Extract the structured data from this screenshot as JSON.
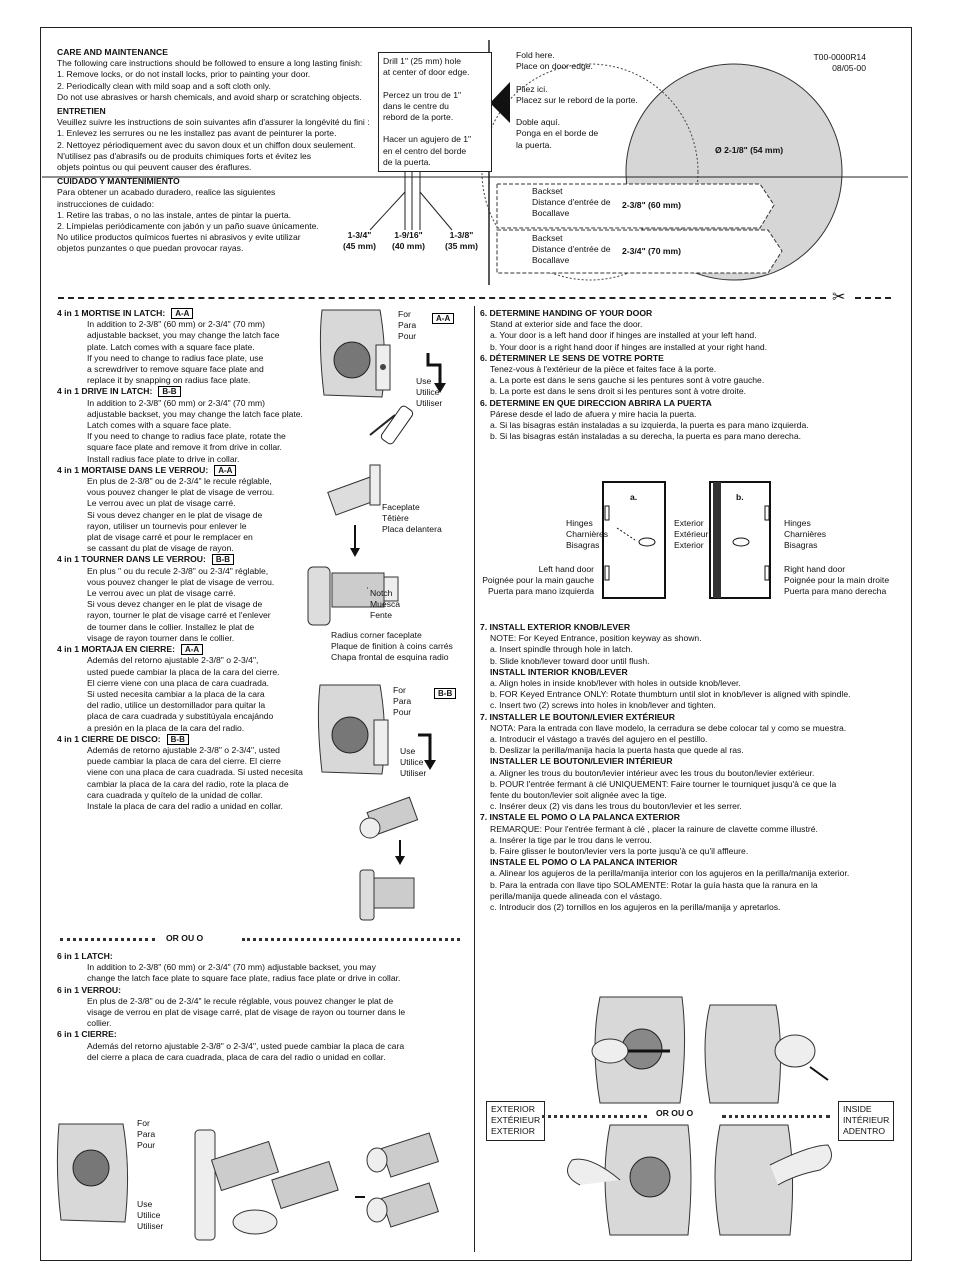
{
  "header": {
    "doc_number": "T00-0000R14",
    "doc_date": "08/05-00"
  },
  "care": {
    "en_title": "CARE AND MAINTENANCE",
    "en_lines": [
      "The following care instructions should be followed to ensure a long lasting finish:",
      "1. Remove locks, or do not install locks, prior to painting your door.",
      "2. Periodically clean with mild soap and a soft cloth only.",
      "Do not use abrasives or harsh chemicals, and avoid sharp or scratching objects."
    ],
    "fr_title": "ENTRETIEN",
    "fr_lines": [
      "Veuillez suivre les instructions de soin suivantes afin d'assurer la longévité du fini :",
      "1. Enlevez les serrures ou ne les installez pas avant de peinturer la porte.",
      "2. Nettoyez périodiquement avec du savon doux et un chiffon doux seulement.",
      "N'utilisez pas d'abrasifs ou de produits chimiques forts et évitez les",
      "objets pointus ou qui peuvent causer des éraflures."
    ],
    "es_title": "CUIDADO Y MANTENIMIENTO",
    "es_lines": [
      "Para obtener un acabado duradero, realice las siguientes",
      "instrucciones de cuidado:",
      "1. Retire las trabas, o no las instale, antes de pintar la puerta.",
      "2. Límpielas periódicamente con jabón y un paño suave únicamente.",
      "No utilice productos químicos fuertes ni abrasivos y evite utilizar",
      "objetos punzantes o que puedan provocar rayas."
    ]
  },
  "template": {
    "drill_box": [
      "Drill 1\" (25 mm) hole",
      "at center of door edge.",
      "",
      "Percez un trou de 1\"",
      "dans le centre du",
      "rebord de la porte.",
      "",
      "Hacer un agujero de 1\"",
      "en el centro del borde",
      "de la puerta."
    ],
    "fold_text": [
      "Fold here.",
      "Place on door edge.",
      "",
      "Pliez ici.",
      "Placez sur le rebord de la porte.",
      "",
      "Doble aquí.",
      "Ponga en el borde de",
      "la puerta."
    ],
    "diameter": "Ø 2-1/8\" (54 mm)",
    "thickness": [
      {
        "inch": "1-3/4\"",
        "mm": "(45 mm)"
      },
      {
        "inch": "1-9/16\"",
        "mm": "(40 mm)"
      },
      {
        "inch": "1-3/8\"",
        "mm": "(35 mm)"
      }
    ],
    "backset_60": {
      "lines": [
        "Backset",
        "Distance d'entrée de",
        "Bocallave"
      ],
      "value": "2-3/8\" (60 mm)"
    },
    "backset_70": {
      "lines": [
        "Backset",
        "Distance d'entrée de",
        "Bocallave"
      ],
      "value": "2-3/4\" (70 mm)"
    }
  },
  "left": {
    "sec1_title": "4 in 1 MORTISE IN LATCH:",
    "sec1_tag": "A-A",
    "sec1_lines": [
      "In addition to 2-3/8\" (60 mm) or 2-3/4\" (70 mm)",
      "adjustable backset, you may change the latch face",
      "plate. Latch comes with a square face plate.",
      "If you need to change to radius face plate, use",
      "a screwdriver to remove square face plate and",
      "replace it by snapping on radius face plate."
    ],
    "sec2_title": "4 in 1 DRIVE IN LATCH:",
    "sec2_tag": "B-B",
    "sec2_lines": [
      "In addition to 2-3/8\" (60 mm) or 2-3/4\" (70 mm)",
      "adjustable backset, you may change the latch face plate.",
      "Latch comes with a square face plate.",
      "If you need to change to radius face plate, rotate the",
      "square face plate and remove it from drive in collar.",
      "Install radius face plate to drive in collar."
    ],
    "sec3_title": "4 in 1 MORTAISE DANS LE VERROU:",
    "sec3_tag": "A-A",
    "sec3_lines": [
      "En plus de 2-3/8\" ou de 2-3/4\" le recule réglable,",
      "vous pouvez changer le plat de visage de verrou.",
      "Le verrou  avec un plat de visage carré.",
      "Si vous devez changer en le plat de visage de",
      "rayon, utiliser un tournevis pour enlever le",
      "plat de visage carré et pour le remplacer en",
      "se cassant du plat de visage de rayon."
    ],
    "sec4_title": "4 in 1 TOURNER DANS LE VERROU:",
    "sec4_tag": "B-B",
    "sec4_lines": [
      "En plus \" ou du recule 2-3/8\" ou 2-3/4\" réglable,",
      "vous pouvez changer le plat de visage de verrou.",
      "Le verrou avec un plat de visage carré.",
      "Si vous devez changer en le plat de visage de",
      "rayon, tourner le plat de visage carré et l'enlever",
      "de tourner dans le collier. Installez le plat de",
      "visage de rayon tourner dans le collier."
    ],
    "sec5_title": "4 in 1 MORTAJA EN CIERRE:",
    "sec5_tag": "A-A",
    "sec5_lines": [
      "Además del retorno ajustable 2-3/8\" o 2-3/4\",",
      "usted puede cambiar la placa de la cara del cierre.",
      "El cierre viene con una placa de cara cuadrada.",
      "Si usted necesita cambiar a la placa de la cara",
      "del radio, utilice un destornillador para quitar la",
      "placa de cara cuadrada y substitúyala encajándo",
      "a presión en la placa de la cara del radio."
    ],
    "sec6_title": "4 in 1 CIERRE DE DISCO:",
    "sec6_tag": "B-B",
    "sec6_lines": [
      "Además de retorno ajustable 2-3/8\" o 2-3/4\", usted",
      "puede cambiar la placa de cara del cierre. El cierre",
      "viene con una placa de cara cuadrada. Si usted necesita",
      "cambiar la placa de la cara del radio, rote la placa de",
      "cara cuadrada y quítelo de la unidad de collar.",
      "Instale la placa de cara del radio a unidad en collar."
    ],
    "or_label": "OR    OU    O",
    "sec7_title": "6 in 1 LATCH:",
    "sec7_lines": [
      "In addition to 2-3/8\" (60 mm) or 2-3/4\" (70 mm) adjustable backset, you may",
      "change the latch face plate to square face plate, radius face plate or drive in collar."
    ],
    "sec8_title": "6 in 1 VERROU:",
    "sec8_lines": [
      "En plus de 2-3/8\" ou de 2-3/4\" le recule réglable, vous pouvez changer le plat de",
      "visage de verrou en plat de visage carré, plat de visage de rayon ou tourner dans le",
      "collier."
    ],
    "sec9_title": "6 in 1 CIERRE:",
    "sec9_lines": [
      "Además del retorno ajustable 2-3/8\" o 2-3/4\", usted puede cambiar la placa de cara",
      "del cierre a placa de cara cuadrada, placa de cara del radio o unidad en collar."
    ],
    "fig_for": [
      "For",
      "Para",
      "Pour"
    ],
    "fig_use": [
      "Use",
      "Utilice",
      "Utiliser"
    ],
    "faceplate": [
      "Faceplate",
      "Têtière",
      "Placa delantera"
    ],
    "notch": [
      "Notch",
      "Muesca",
      "Fente"
    ],
    "radius": [
      "Radius corner faceplate",
      "Plaque de finition à coins carrés",
      "Chapa frontal de esquina radio"
    ],
    "tag_aa": "A-A",
    "tag_bb": "B-B"
  },
  "right": {
    "s6_title": "6. DETERMINE HANDING OF YOUR DOOR",
    "s6_lines": [
      "Stand at exterior side and face the door.",
      "a. Your door is a left hand door if hinges are installed at your left hand.",
      "b. Your door is a right hand door if hinges are installed at your right hand."
    ],
    "s6fr_title": "6. DÉTERMINER LE SENS DE VOTRE PORTE",
    "s6fr_lines": [
      "Tenez-vous à l'extérieur de la pièce et faites face à la porte.",
      "a. La porte est dans le sens gauche si les pentures sont à votre gauche.",
      "b. La porte est dans le sens droit si les pentures sont à votre droite."
    ],
    "s6es_title": "6. DETERMINE EN QUE DIRECCION ABRIRA LA PUERTA",
    "s6es_lines": [
      "Párese desde el lado de afuera y mire hacia la puerta.",
      "a. Si las bisagras están instaladas a su izquierda, la puerta es para mano izquierda.",
      "b. Si las bisagras están instaladas a su derecha, la puerta es para mano derecha."
    ],
    "door_a": "a.",
    "door_b": "b.",
    "hinges": [
      "Hinges",
      "Charnières",
      "Bisagras"
    ],
    "exterior": [
      "Exterior",
      "Extérieur",
      "Exterior"
    ],
    "left_door": [
      "Left hand door",
      "Poignée pour la main gauche",
      "Puerta para mano izquierda"
    ],
    "right_door": [
      "Right hand door",
      "Poignée pour la main droite",
      "Puerta para mano derecha"
    ],
    "s7_title": "7. INSTALL EXTERIOR KNOB/LEVER",
    "s7_lines": [
      "NOTE: For Keyed Entrance, position keyway as shown.",
      "a. Insert spindle through hole in latch.",
      "b. Slide knob/lever toward door until flush."
    ],
    "s7b_title": "INSTALL INTERIOR KNOB/LEVER",
    "s7b_lines": [
      "a. Align holes in inside knob/lever with holes in outside knob/lever.",
      "b. FOR Keyed Entrance ONLY: Rotate thumbturn until slot in knob/lever is aligned with spindle.",
      "c. Insert two (2) screws into holes in knob/lever and tighten."
    ],
    "s7fr_title": "7. INSTALLER LE BOUTON/LEVIER EXTÉRIEUR",
    "s7fr_lines": [
      "NOTA: Para la entrada con llave modelo, la cerradura se debe colocar tal y como se muestra.",
      "a. Introducir el vástago a través del agujero en el pestillo.",
      "b. Deslizar la perilla/manija hacia la puerta hasta que quede al ras."
    ],
    "s7frb_title": "INSTALLER LE BOUTON/LEVIER INTÉRIEUR",
    "s7frb_lines": [
      "a. Aligner les trous du bouton/levier intérieur avec les trous du bouton/levier extérieur.",
      "b. POUR l'entrée fermant à clé UNIQUEMENT: Faire tourner le tourniquet jusqu'à ce que la",
      "   fente du bouton/levier soit alignée avec la tige.",
      "c. Insérer deux (2) vis dans les trous du bouton/levier et les serrer."
    ],
    "s7es_title": "7. INSTALE EL POMO O LA PALANCA EXTERIOR",
    "s7es_lines": [
      "REMARQUE: Pour l'entrée fermant à clé , placer la rainure de clavette comme illustré.",
      "a. Insérer la tige par le trou dans le verrou.",
      "b. Faire glisser le bouton/levier vers la porte jusqu'à ce qu'il affleure."
    ],
    "s7esb_title": "INSTALE EL POMO O LA PALANCA INTERIOR",
    "s7esb_lines": [
      "a. Alinear los agujeros de la perilla/manija interior con los agujeros en la perilla/manija exterior.",
      "b. Para la entrada con llave tipo SOLAMENTE: Rotar la guía hasta que la ranura en la",
      "   perilla/manija quede alineada con el vástago.",
      "c. Introducir dos (2) tornillos en los agujeros en la perilla/manija y apretarlos."
    ],
    "exterior_box": [
      "EXTERIOR",
      "EXTÉRIEUR",
      "EXTERIOR"
    ],
    "inside_box": [
      "INSIDE",
      "INTÉRIEUR",
      "ADENTRO"
    ],
    "or_label": "OR    OU    O"
  }
}
